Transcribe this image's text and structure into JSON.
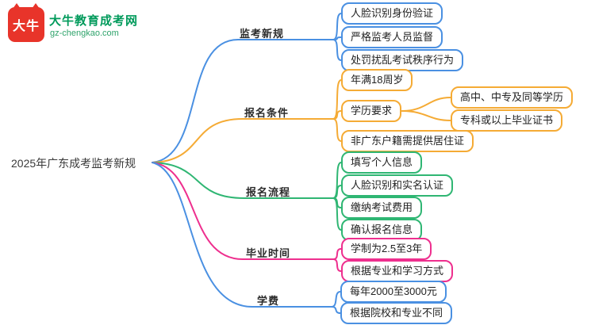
{
  "logo": {
    "icon_text": "大牛",
    "brand_name": "大牛教育成考网",
    "brand_domain": "gz-chengkao.com",
    "colors": {
      "icon_red": "#e8342a",
      "text_green": "#009a5b"
    }
  },
  "root": {
    "label": "2025年广东成考监考新规"
  },
  "branches": [
    {
      "label": "监考新规",
      "color": "#4a90e2",
      "children": [
        {
          "label": "人脸识别身份验证"
        },
        {
          "label": "严格监考人员监督"
        },
        {
          "label": "处罚扰乱考试秩序行为"
        }
      ]
    },
    {
      "label": "报名条件",
      "color": "#f5ab35",
      "children": [
        {
          "label": "年满18周岁"
        },
        {
          "label": "学历要求",
          "children": [
            {
              "label": "高中、中专及同等学历"
            },
            {
              "label": "专科或以上毕业证书"
            }
          ]
        },
        {
          "label": "非广东户籍需提供居住证"
        }
      ]
    },
    {
      "label": "报名流程",
      "color": "#2fb673",
      "children": [
        {
          "label": "填写个人信息"
        },
        {
          "label": "人脸识别和实名认证"
        },
        {
          "label": "缴纳考试费用"
        },
        {
          "label": "确认报名信息"
        }
      ]
    },
    {
      "label": "毕业时间",
      "color": "#ee2f8e",
      "children": [
        {
          "label": "学制为2.5至3年"
        },
        {
          "label": "根据专业和学习方式"
        }
      ]
    },
    {
      "label": "学费",
      "color": "#4a90e2",
      "children": [
        {
          "label": "每年2000至3000元"
        },
        {
          "label": "根据院校和专业不同"
        }
      ]
    }
  ]
}
